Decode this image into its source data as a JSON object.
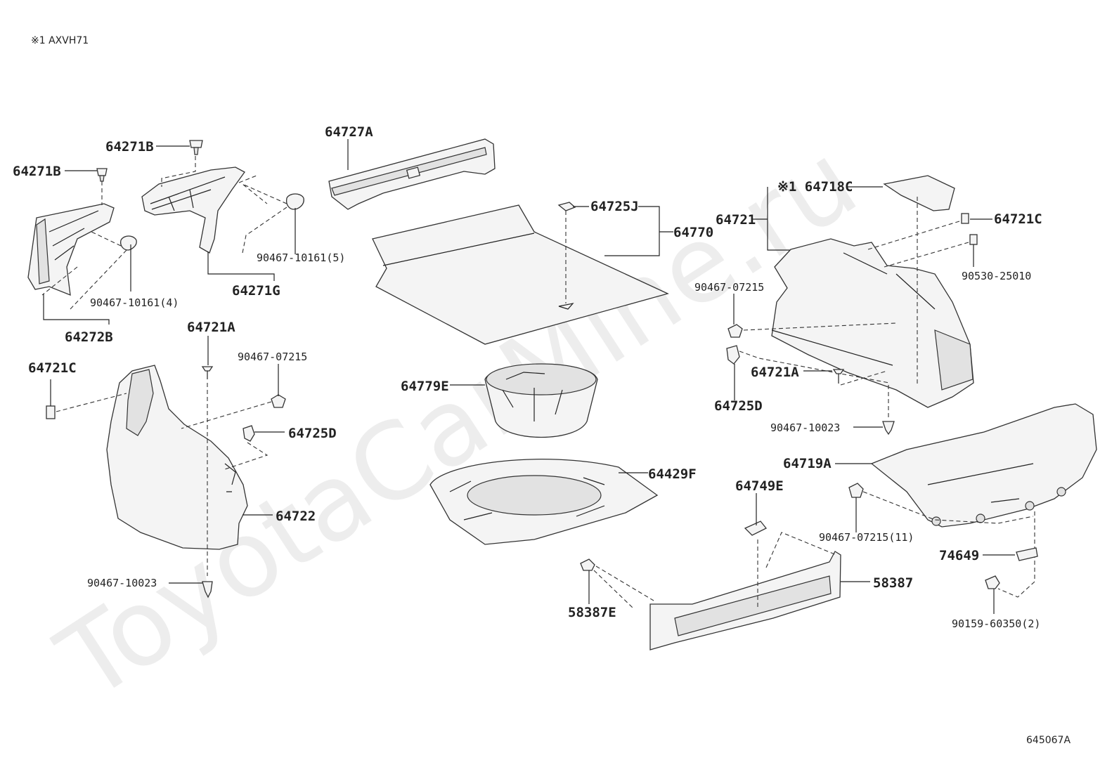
{
  "note": "※1 AXVH71",
  "figure_id": "645067A",
  "watermark": "ToyotaCarMine.ru",
  "labels": {
    "l64271B_a": "64271B",
    "l64271B_b": "64271B",
    "l90467_10161_4": "90467-10161(4)",
    "l64272B": "64272B",
    "l90467_10161_5": "90467-10161(5)",
    "l64271G": "64271G",
    "l64727A": "64727A",
    "l64725J": "64725J",
    "l64770": "64770",
    "l64718C": "※1 64718C",
    "l64721": "64721",
    "l64721C_r": "64721C",
    "l90530_25010": "90530-25010",
    "l90467_07215_r": "90467-07215",
    "l64721A_r": "64721A",
    "l64725D_r": "64725D",
    "l90467_10023_r": "90467-10023",
    "l64719A": "64719A",
    "l90467_07215_11": "90467-07215(11)",
    "l74649": "74649",
    "l90159_60350_2": "90159-60350(2)",
    "l64749E": "64749E",
    "l58387": "58387",
    "l58387E": "58387E",
    "l64779E": "64779E",
    "l64429F": "64429F",
    "l64721A_l": "64721A",
    "l90467_07215_l": "90467-07215",
    "l64721C_l": "64721C",
    "l64725D_l": "64725D",
    "l64722": "64722",
    "l90467_10023_l": "90467-10023"
  }
}
